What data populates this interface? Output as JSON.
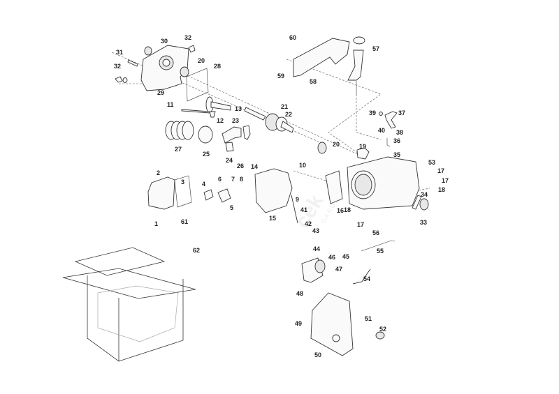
{
  "diagram": {
    "type": "exploded-parts-view",
    "subject": "engine",
    "watermark": {
      "main": "cek",
      "sub": "GARDEN"
    },
    "callouts": {
      "c1": "1",
      "c2": "2",
      "c3": "3",
      "c4": "4",
      "c5": "5",
      "c6": "6",
      "c7": "7",
      "c8": "8",
      "c9": "9",
      "c10": "10",
      "c11": "11",
      "c12": "12",
      "c13": "13",
      "c14": "14",
      "c15": "15",
      "c16": "16",
      "c17a": "17",
      "c17b": "17",
      "c17c": "17",
      "c18a": "18",
      "c18b": "18",
      "c19": "19",
      "c20a": "20",
      "c20b": "20",
      "c21": "21",
      "c22": "22",
      "c23": "23",
      "c24": "24",
      "c25": "25",
      "c26": "26",
      "c27": "27",
      "c28": "28",
      "c29": "29",
      "c30": "30",
      "c31": "31",
      "c32a": "32",
      "c32b": "32",
      "c33": "33",
      "c34": "34",
      "c35": "35",
      "c36": "36",
      "c37": "37",
      "c38": "38",
      "c39": "39",
      "c40": "40",
      "c41": "41",
      "c42": "42",
      "c43": "43",
      "c44": "44",
      "c45": "45",
      "c46": "46",
      "c47": "47",
      "c48": "48",
      "c49": "49",
      "c50": "50",
      "c51": "51",
      "c52": "52",
      "c53": "53",
      "c54": "54",
      "c55": "55",
      "c56": "56",
      "c57": "57",
      "c58": "58",
      "c59": "59",
      "c60": "60",
      "c61": "61",
      "c62": "62"
    }
  }
}
